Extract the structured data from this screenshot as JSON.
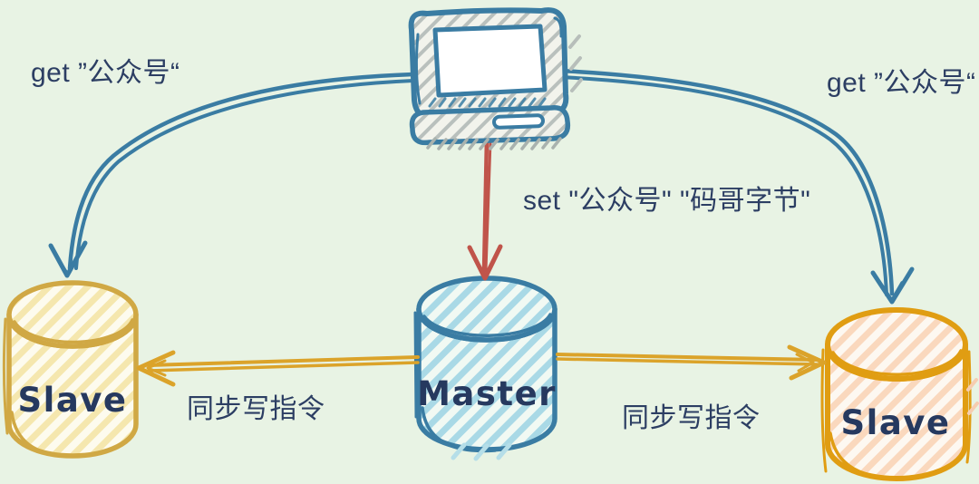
{
  "colors": {
    "background": "#e8f3e4",
    "stroke_blue": "#3a7ca3",
    "text_navy": "#2c3e63",
    "arrow_red": "#c0544a",
    "arrow_gold": "#dba32a",
    "master_outline": "#3a7ca3",
    "slave_left_outline": "#d0a844",
    "slave_right_outline": "#e09d12",
    "master_hatch": "#a9d9e6",
    "slave_left_hatch": "#f5e7ae",
    "slave_right_hatch": "#fad8bd"
  },
  "client": {
    "icon": "desktop-computer-icon"
  },
  "labels": {
    "get_left": "get ”公众号“",
    "get_right": "get ”公众号“",
    "set_command": "set \"公众号\" \"码哥字节\"",
    "sync_left": "同步写指令",
    "sync_right": "同步写指令"
  },
  "nodes": {
    "master": {
      "label": "Master"
    },
    "slave_left": {
      "label": "Slave"
    },
    "slave_right": {
      "label": "Slave"
    }
  }
}
